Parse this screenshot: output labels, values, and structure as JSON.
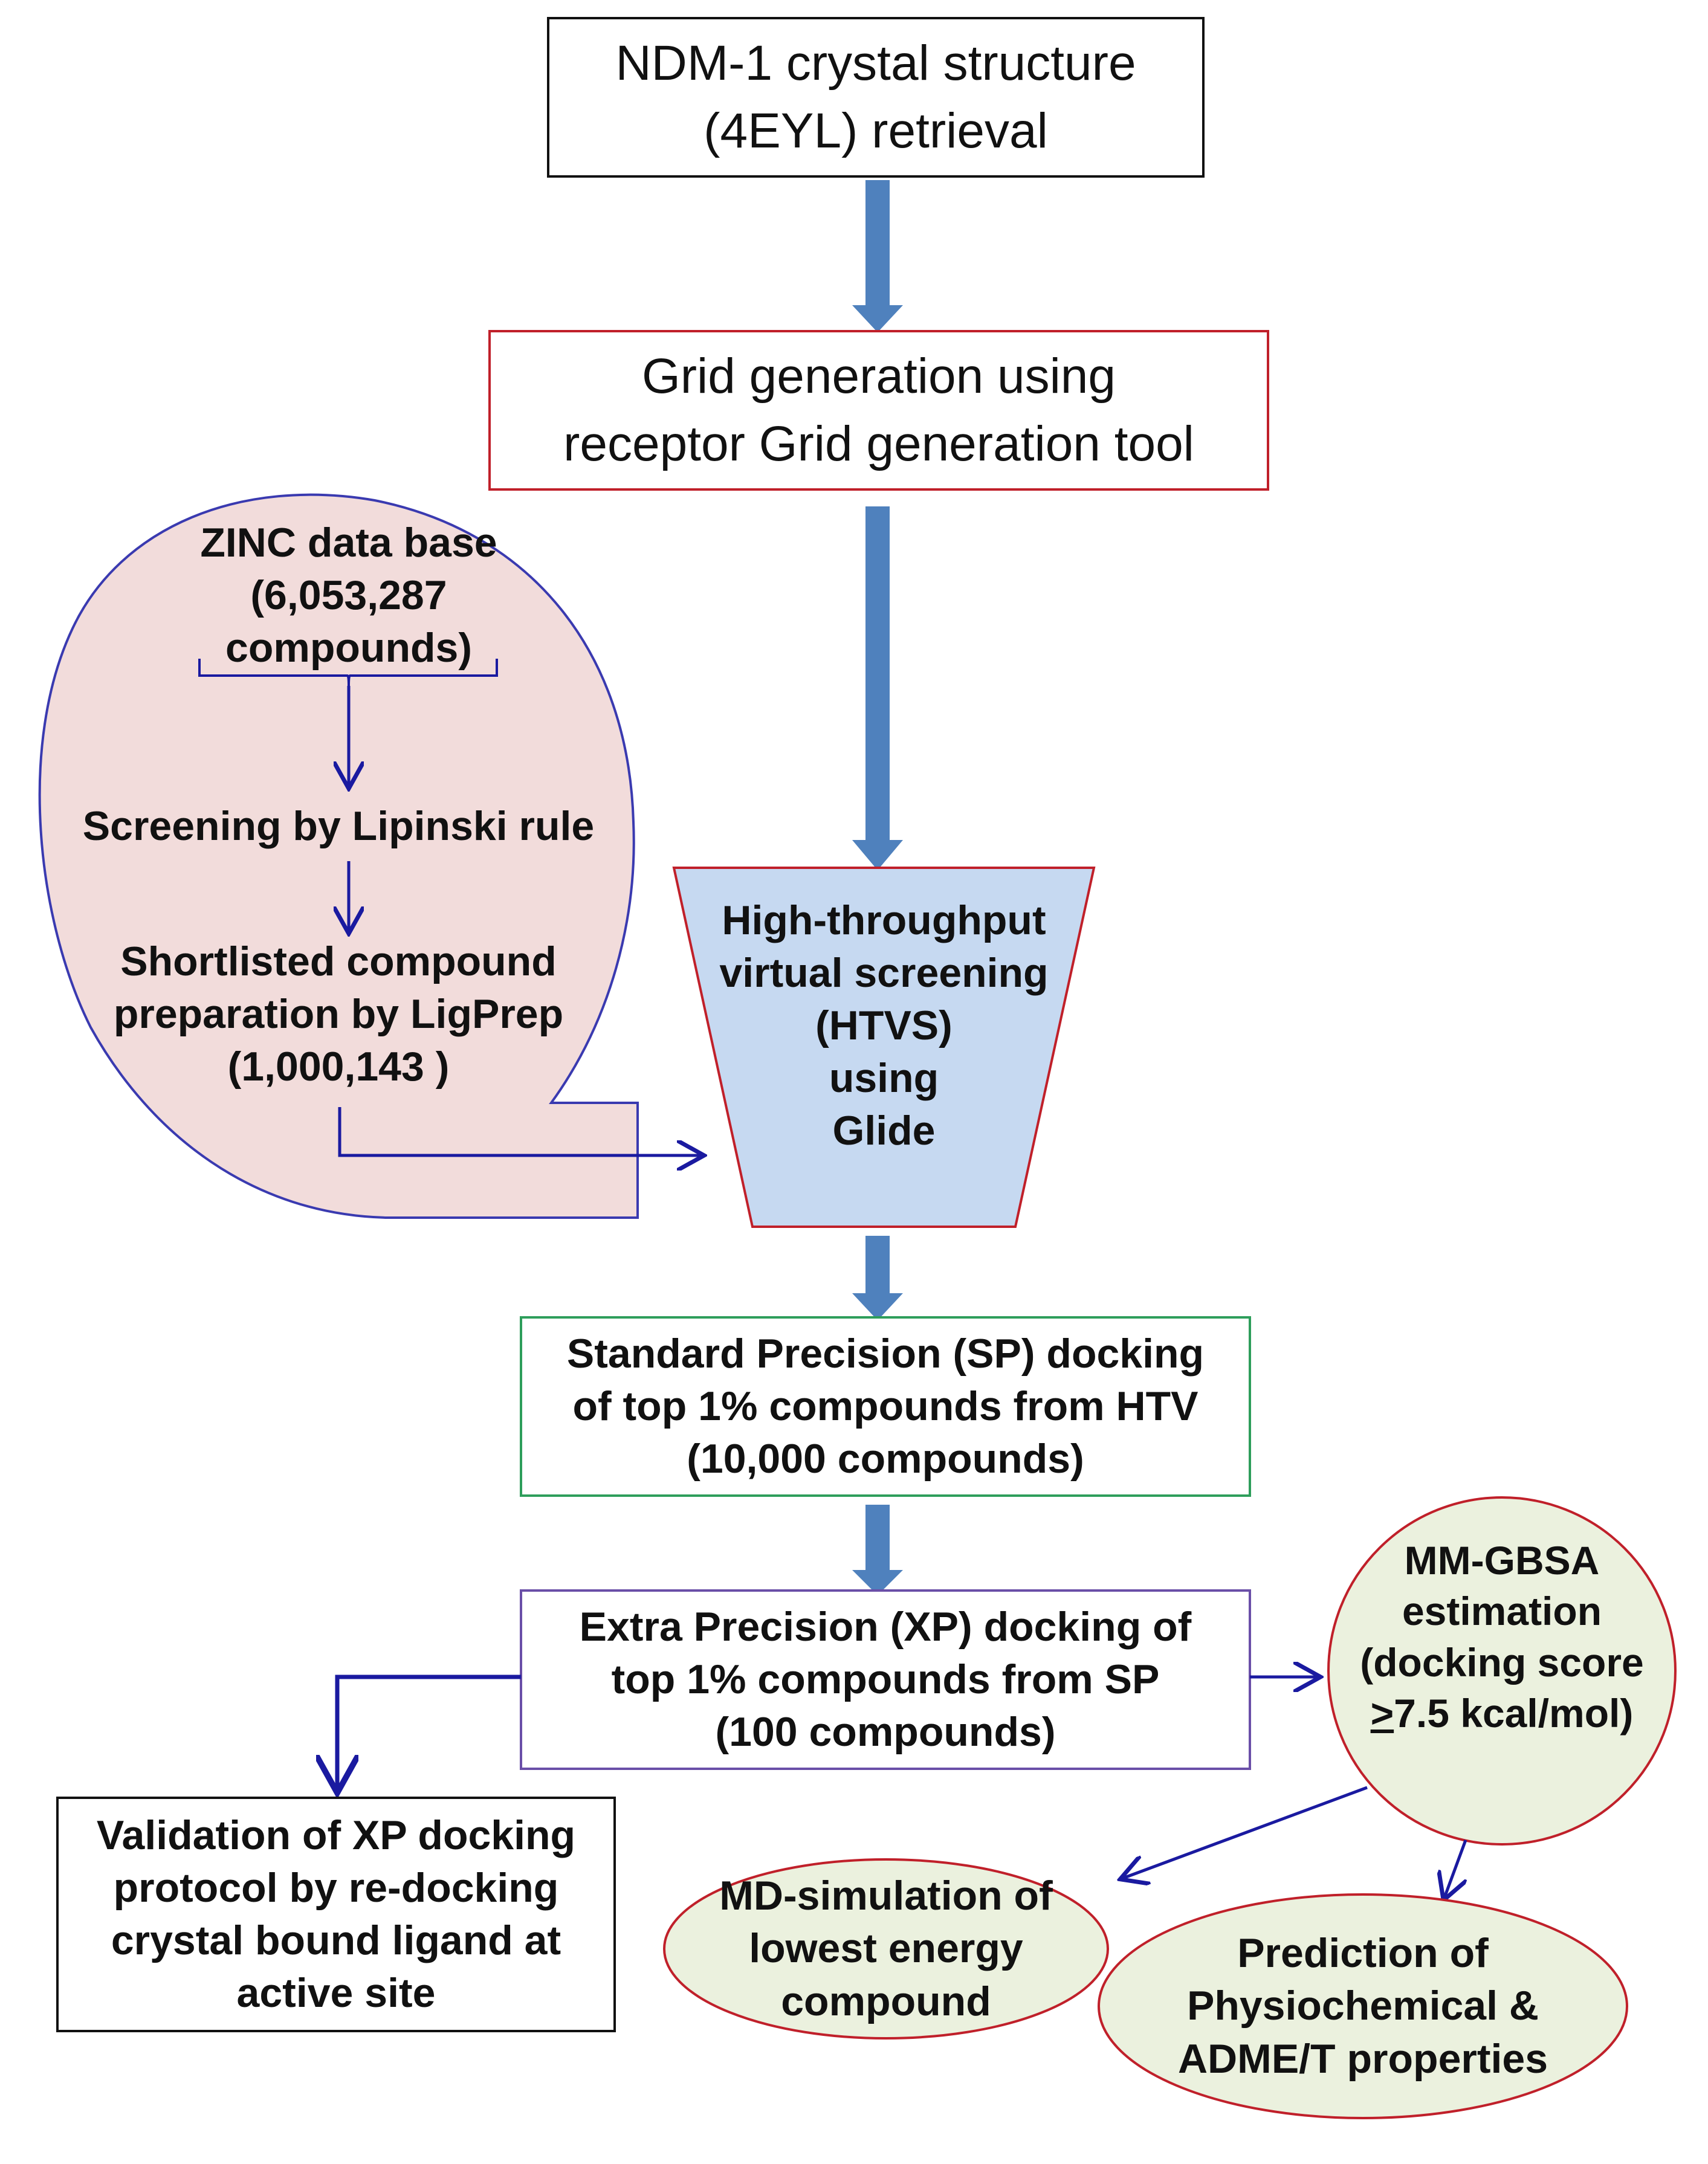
{
  "colors": {
    "thick_arrow": "#4f81bd",
    "thin_arrow": "#1a1aa0",
    "blob_fill": "#f2dcdb",
    "funnel_fill": "#c6d9f1",
    "ellipse_fill": "#ebf1de",
    "red_border": "#c0202a",
    "green_border": "#2e9e5b",
    "purple_border": "#6a4fa8",
    "blue_border": "#3a3ab0"
  },
  "nodes": {
    "retrieval": {
      "lines": [
        "NDM-1  crystal structure",
        "(4EYL) retrieval"
      ]
    },
    "grid": {
      "lines": [
        "Grid generation using",
        "receptor Grid generation tool"
      ]
    },
    "zinc": {
      "title_lines": [
        "ZINC  data base",
        "(6,053,287",
        "compounds)"
      ],
      "lipinski": "Screening by Lipinski rule",
      "ligprep_lines": [
        "Shortlisted compound",
        "preparation by LigPrep",
        "(1,000,143 )"
      ]
    },
    "htvs": {
      "lines": [
        "High-throughput",
        "virtual screening",
        "(HTVS)",
        "using",
        "Glide"
      ]
    },
    "sp": {
      "lines": [
        "Standard Precision (SP) docking",
        "of top 1% compounds from HTV",
        "(10,000 compounds)"
      ]
    },
    "xp": {
      "lines": [
        "Extra Precision (XP) docking of",
        "top 1% compounds from SP",
        "(100 compounds)"
      ]
    },
    "mmgbsa": {
      "lines": [
        "MM-GBSA",
        "estimation",
        "(docking score"
      ],
      "last_symbol": ">",
      "last_rest": "7.5 kcal/mol)"
    },
    "validation": {
      "lines": [
        "Validation of XP docking",
        "protocol by re-docking",
        "crystal bound ligand at",
        "active site"
      ]
    },
    "md": {
      "lines": [
        "MD-simulation of",
        "lowest energy",
        "compound"
      ]
    },
    "adme": {
      "lines": [
        "Prediction of",
        "Physiochemical &",
        "ADME/T properties"
      ]
    }
  }
}
